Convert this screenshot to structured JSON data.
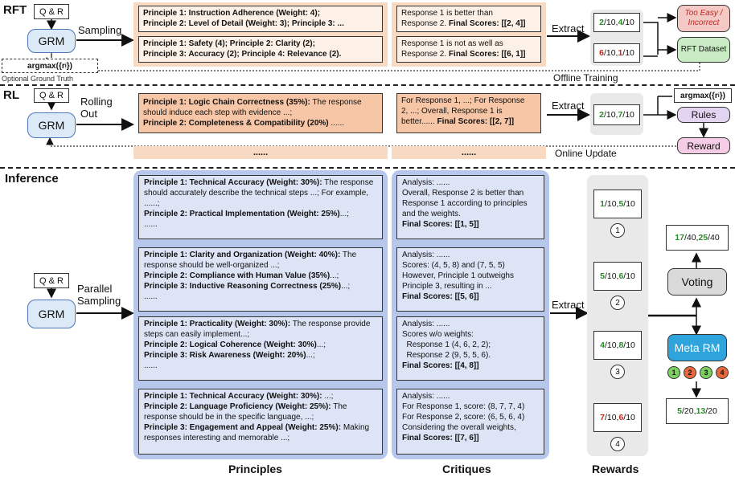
{
  "sections": {
    "rft": "RFT",
    "rl": "RL",
    "inference": "Inference"
  },
  "common": {
    "qr": "Q & R",
    "grm": "GRM"
  },
  "rft": {
    "sampling": "Sampling",
    "argmax": "argmax({r",
    "argmax_sub": "i",
    "argmax_end": "})",
    "optional": "Optional Ground Truth",
    "principles": [
      [
        "Principle 1: Instruction Adherence (Weight: 4);",
        "Principle 2: Level of Detail (Weight: 3); Principle 3: ..."
      ],
      [
        "Principle 1: Safety (4); Principle 2: Clarity (2);",
        "Principle 3: Accuracy (2); Principle 4: Relevance (2)."
      ]
    ],
    "critiques": [
      {
        "l1": "Response 1 is better than",
        "l2a": "Response 2. ",
        "l2b": "Final Scores: [[2, 4]]"
      },
      {
        "l1": "Response 1 is not as well as",
        "l2a": "Response 2. ",
        "l2b": "Final Scores: [[6, 1]]"
      }
    ],
    "extract": "Extract",
    "scores": [
      [
        "2",
        "/10, ",
        "4",
        "/10"
      ],
      [
        "6",
        "/10, ",
        "1",
        "/10"
      ]
    ],
    "too_easy": "Too Easy / Incorrect",
    "dataset": "RFT Dataset",
    "offline": "Offline Training"
  },
  "rl": {
    "rolling": "Rolling Out",
    "p_b1": "Principle 1: Logic Chain Correctness (35%):",
    "p_t1": " The response should induce each step with evidence ...;",
    "p_b2": "Principle 2: Completeness & Compatibility (20%)",
    "p_t2": " ......",
    "c1": "For Response 1, ...; For Response",
    "c2": "2, ...; Overall, Response 1 is",
    "c3a": "better...... ",
    "c3b": "Final Scores: [[2, 7]]",
    "extract": "Extract",
    "score": [
      "2",
      "/10, ",
      "7",
      "/10"
    ],
    "argmax": "argmax({r",
    "argmax_sub": "i",
    "argmax_end": "})",
    "rules": "Rules",
    "reward": "Reward",
    "ellipsis": "......",
    "online": "Online Update"
  },
  "inference": {
    "parallel": "Parallel Sampling",
    "extract": "Extract",
    "principles": [
      [
        [
          "b",
          "Principle 1: Technical Accuracy (Weight: 30%):"
        ],
        [
          "t",
          " The response should accurately describe the technical steps ...; For example, ......;"
        ],
        [
          "br",
          ""
        ],
        [
          "b",
          "Principle 2: Practical Implementation (Weight: 25%)"
        ],
        [
          "t",
          "...;"
        ],
        [
          "br",
          ""
        ],
        [
          "t",
          "......"
        ]
      ],
      [
        [
          "b",
          "Principle 1: Clarity and Organization (Weight: 40%):"
        ],
        [
          "t",
          " The response should be well-organized ...;"
        ],
        [
          "br",
          ""
        ],
        [
          "b",
          "Principle 2: Compliance with Human Value (35%)"
        ],
        [
          "t",
          "...;"
        ],
        [
          "br",
          ""
        ],
        [
          "b",
          "Principle 3: Inductive Reasoning Correctness (25%)"
        ],
        [
          "t",
          "...;"
        ],
        [
          "br",
          ""
        ],
        [
          "t",
          "......"
        ]
      ],
      [
        [
          "b",
          "Principle 1: Practicality (Weight: 30%):"
        ],
        [
          "t",
          " The response provide steps can easily implement...;"
        ],
        [
          "br",
          ""
        ],
        [
          "b",
          "Principle 2: Logical Coherence (Weight: 30%)"
        ],
        [
          "t",
          "...;"
        ],
        [
          "br",
          ""
        ],
        [
          "b",
          "Principle 3: Risk Awareness (Weight: 20%)"
        ],
        [
          "t",
          "...;"
        ],
        [
          "br",
          ""
        ],
        [
          "t",
          "......"
        ]
      ],
      [
        [
          "b",
          "Principle 1: Technical Accuracy (Weight: 30%):"
        ],
        [
          "t",
          " ...;"
        ],
        [
          "br",
          ""
        ],
        [
          "b",
          "Principle 2: Language Proficiency (Weight: 25%):"
        ],
        [
          "t",
          " The response should be in the specific language, ...;"
        ],
        [
          "br",
          ""
        ],
        [
          "b",
          "Principle 3: Engagement and Appeal (Weight: 25%):"
        ],
        [
          "t",
          " Making responses interesting and memorable ...;"
        ]
      ]
    ],
    "critiques": [
      [
        [
          "t",
          "Analysis: ......"
        ],
        [
          "br",
          ""
        ],
        [
          "t",
          "Overall, Response 2 is better than Response 1 according to principles and the weights."
        ],
        [
          "br",
          ""
        ],
        [
          "b",
          "Final Scores: [[1, 5]]"
        ]
      ],
      [
        [
          "t",
          "Analysis: ......"
        ],
        [
          "br",
          ""
        ],
        [
          "t",
          "Scores: (4, 5, 8) and (7, 5, 5)"
        ],
        [
          "br",
          ""
        ],
        [
          "t",
          "However, Principle 1 outweighs Principle 3, resulting in ..."
        ],
        [
          "br",
          ""
        ],
        [
          "b",
          "Final Scores: [[5, 6]]"
        ]
      ],
      [
        [
          "t",
          "Analysis: ......"
        ],
        [
          "br",
          ""
        ],
        [
          "t",
          "Scores w/o weights:"
        ],
        [
          "br",
          ""
        ],
        [
          "t",
          "  Response 1 (4, 6, 2, 2);"
        ],
        [
          "br",
          ""
        ],
        [
          "t",
          "  Response 2 (9, 5, 5, 6)."
        ],
        [
          "br",
          ""
        ],
        [
          "b",
          "Final Scores: [[4, 8]]"
        ]
      ],
      [
        [
          "t",
          "Analysis: ......"
        ],
        [
          "br",
          ""
        ],
        [
          "t",
          "For Response 1, score: (8, 7, 7, 4)"
        ],
        [
          "br",
          ""
        ],
        [
          "t",
          "For Response 2, score: (6, 5, 6, 4)"
        ],
        [
          "br",
          ""
        ],
        [
          "t",
          "Considering the overall weights,"
        ],
        [
          "br",
          ""
        ],
        [
          "b",
          "Final Scores: [[7, 6]]"
        ]
      ]
    ],
    "rewards": [
      {
        "a": "1",
        "ac": "g",
        "b": "5",
        "bc": "g",
        "idx": "1"
      },
      {
        "a": "5",
        "ac": "g",
        "b": "6",
        "bc": "g",
        "idx": "2"
      },
      {
        "a": "4",
        "ac": "g",
        "b": "8",
        "bc": "g",
        "idx": "3"
      },
      {
        "a": "7",
        "ac": "r",
        "b": "6",
        "bc": "r",
        "idx": "4"
      }
    ],
    "voting": "Voting",
    "vote_score": [
      "17",
      "/40, ",
      "25",
      "/40"
    ],
    "meta": "Meta RM",
    "meta_marks": [
      "1",
      "2",
      "3",
      "4"
    ],
    "meta_score": [
      "5",
      "/20, ",
      "13",
      "/20"
    ]
  },
  "footers": {
    "principles": "Principles",
    "critiques": "Critiques",
    "rewards": "Rewards"
  },
  "colors": {
    "green": "#2a8a2a",
    "red": "#c0281e",
    "orange_fill": "#fdf1e7",
    "blue_fill": "#dde4f6"
  }
}
